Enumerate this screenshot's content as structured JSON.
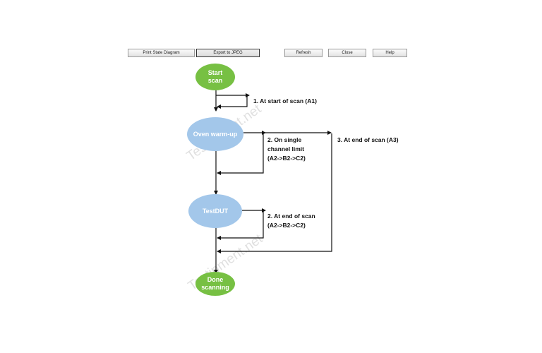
{
  "toolbar": {
    "print_state_diagram": "Print State Diagram",
    "export_to_jpeg": "Export to JPEG",
    "refresh": "Refresh",
    "close": "Close",
    "help": "Help"
  },
  "diagram": {
    "nodes": {
      "start_scan": [
        "Start",
        "scan"
      ],
      "oven_warm_up": "Oven warm-up",
      "test_dut": "TestDUT",
      "done_scanning": [
        "Done",
        "scanning"
      ]
    },
    "transitions": {
      "at_start_of_scan": "1. At start of scan (A1)",
      "on_single_channel_limit": [
        "2. On single",
        "channel limit",
        "(A2->B2->C2)"
      ],
      "at_end_of_scan_test": [
        "2. At end of scan",
        "(A2->B2->C2)"
      ],
      "at_end_of_scan_a3": "3. At end of scan (A3)"
    },
    "watermark": "Testipment.net",
    "colors": {
      "start_end_node": "#77c043",
      "state_node": "#a3c7ea",
      "arrow": "#111111"
    }
  }
}
